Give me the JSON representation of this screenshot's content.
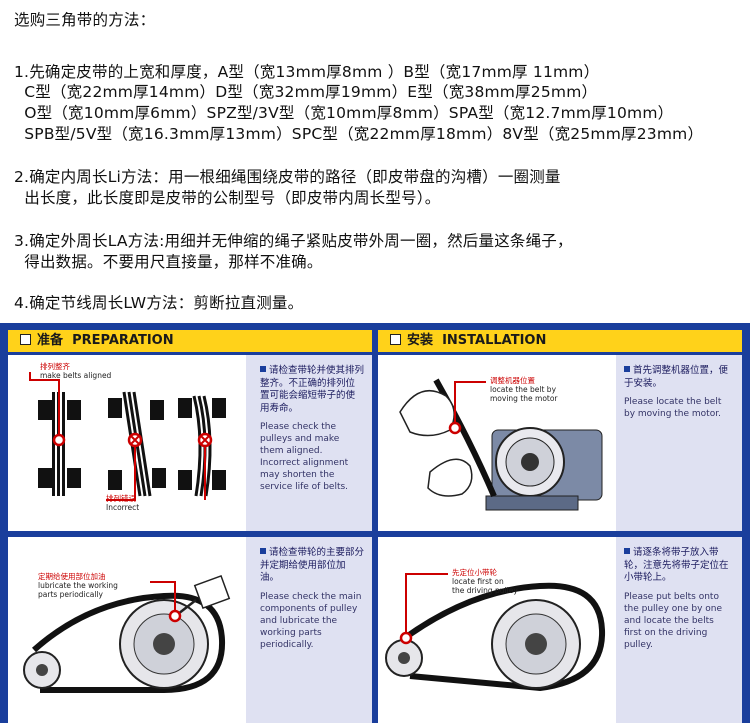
{
  "intro": {
    "title": "选购三角带的方法：",
    "step1_l1": "1.先确定皮带的上宽和厚度，A型（宽13mm厚8mm ）B型（宽17mm厚 11mm）",
    "step1_l2": "  C型（宽22mm厚14mm）D型（宽32mm厚19mm）E型（宽38mm厚25mm）",
    "step1_l3": "  O型（宽10mm厚6mm）SPZ型/3V型（宽10mm厚8mm）SPA型（宽12.7mm厚10mm）",
    "step1_l4": "  SPB型/5V型（宽16.3mm厚13mm）SPC型（宽22mm厚18mm）8V型（宽25mm厚23mm）",
    "step2_l1": "2.确定内周长Li方法：用一根细绳围绕皮带的路径（即皮带盘的沟槽）一圈测量",
    "step2_l2": "  出长度，此长度即是皮带的公制型号（即皮带内周长型号）。",
    "step3_l1": "3.确定外周长LA方法:用细并无伸缩的绳子紧贴皮带外周一圈，然后量这条绳子，",
    "step3_l2": "  得出数据。不要用尺直接量，那样不准确。",
    "step4": "4.确定节线周长LW方法：剪断拉直测量。"
  },
  "preparation": {
    "header_zh": "准备",
    "header_en": "PREPARATION",
    "align_zh": "排列整齐",
    "align_en": "make belts aligned",
    "incorrect_zh": "排列错误",
    "incorrect_en": "Incorrect",
    "note1_zh": "请检查带轮并使其排列整齐。不正确的排列位置可能会缩短带子的使用寿命。",
    "note1_en": "Please check the pulleys and make them aligned. Incorrect alignment may shorten the service life of belts.",
    "oil_zh": "定期给使用部位加油",
    "oil_en1": "lubricate the working",
    "oil_en2": "parts periodically",
    "note2_zh": "请检查带轮的主要部分并定期给使用部位加油。",
    "note2_en": "Please check the main components of pulley and lubricate the working parts periodically."
  },
  "installation": {
    "header_zh": "安装",
    "header_en": "INSTALLATION",
    "motor_zh": "调整机器位置",
    "motor_en1": "locate the belt by",
    "motor_en2": "moving the motor",
    "note1_zh": "首先调整机器位置，便于安装。",
    "note1_en": "Please locate the belt by moving the motor.",
    "first_zh": "先定位小带轮",
    "first_en1": "locate first on",
    "first_en2": "the driving pulley",
    "note2_zh": "请逐条将带子放入带轮，注意先将带子定位在小带轮上。",
    "note2_en": "Please put belts onto the pulley one by one and locate the belts first on the driving pulley."
  },
  "colors": {
    "panel_blue": "#1a3e9c",
    "header_yellow": "#ffd21a",
    "note_bg": "#dfe1f2",
    "marker_red": "#cc0000"
  }
}
